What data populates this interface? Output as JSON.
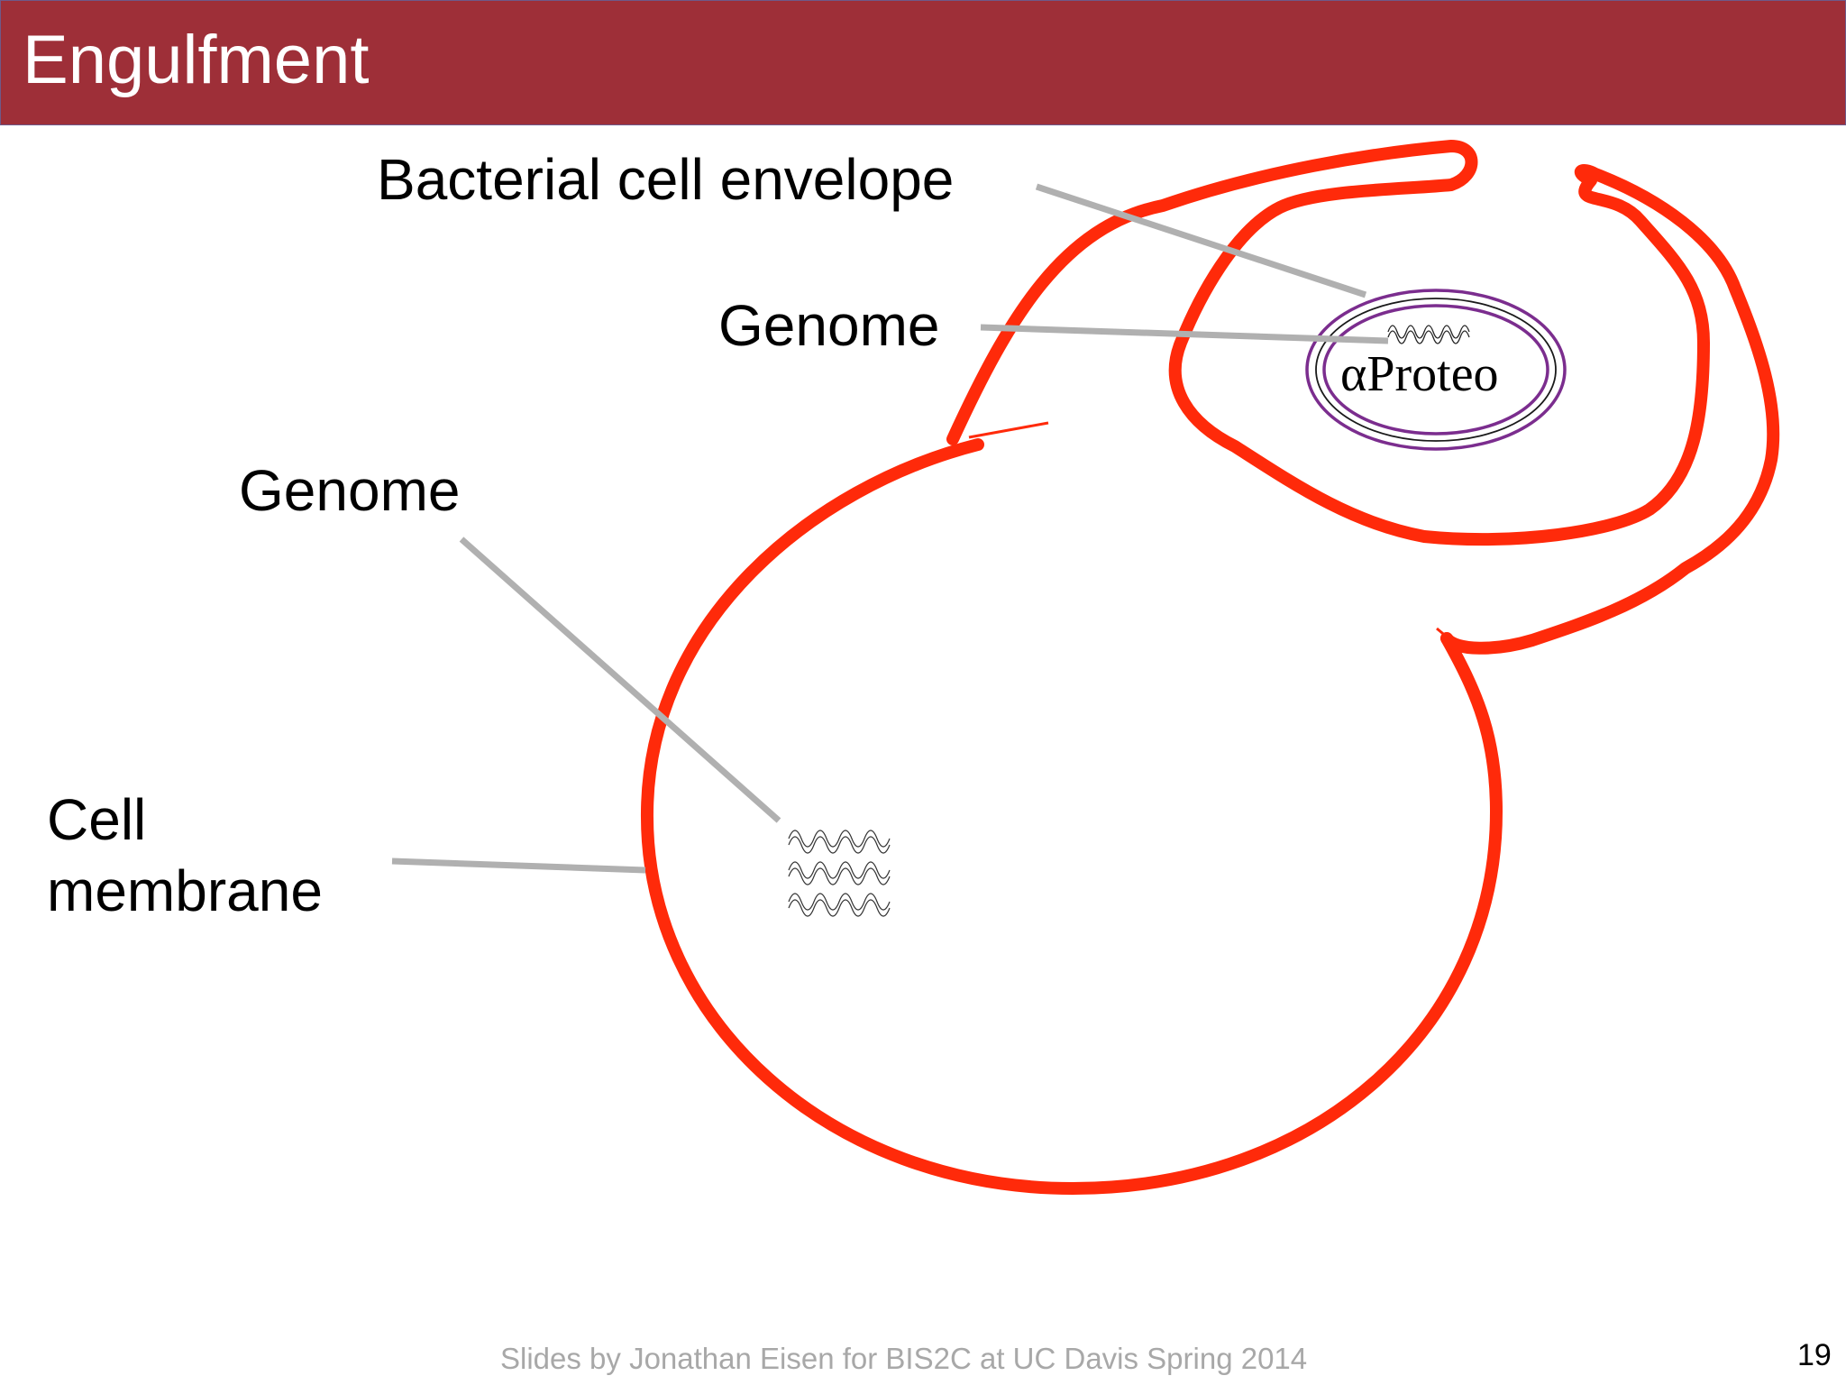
{
  "slide": {
    "title": "Engulfment",
    "footer": "Slides by Jonathan Eisen for BIS2C at UC Davis Spring 2014",
    "page_number": "19"
  },
  "labels": {
    "bacterial_envelope": "Bacterial cell envelope",
    "genome_bacterium": "Genome",
    "genome_host": "Genome",
    "cell_membrane_line1": "Cell",
    "cell_membrane_line2": "membrane",
    "bacterium": "αProteo"
  },
  "colors": {
    "header_bg": "#9e2f38",
    "membrane": "#ff2a0a",
    "envelope": "#7b2d8e",
    "leader_line": "#b0b0b0"
  }
}
